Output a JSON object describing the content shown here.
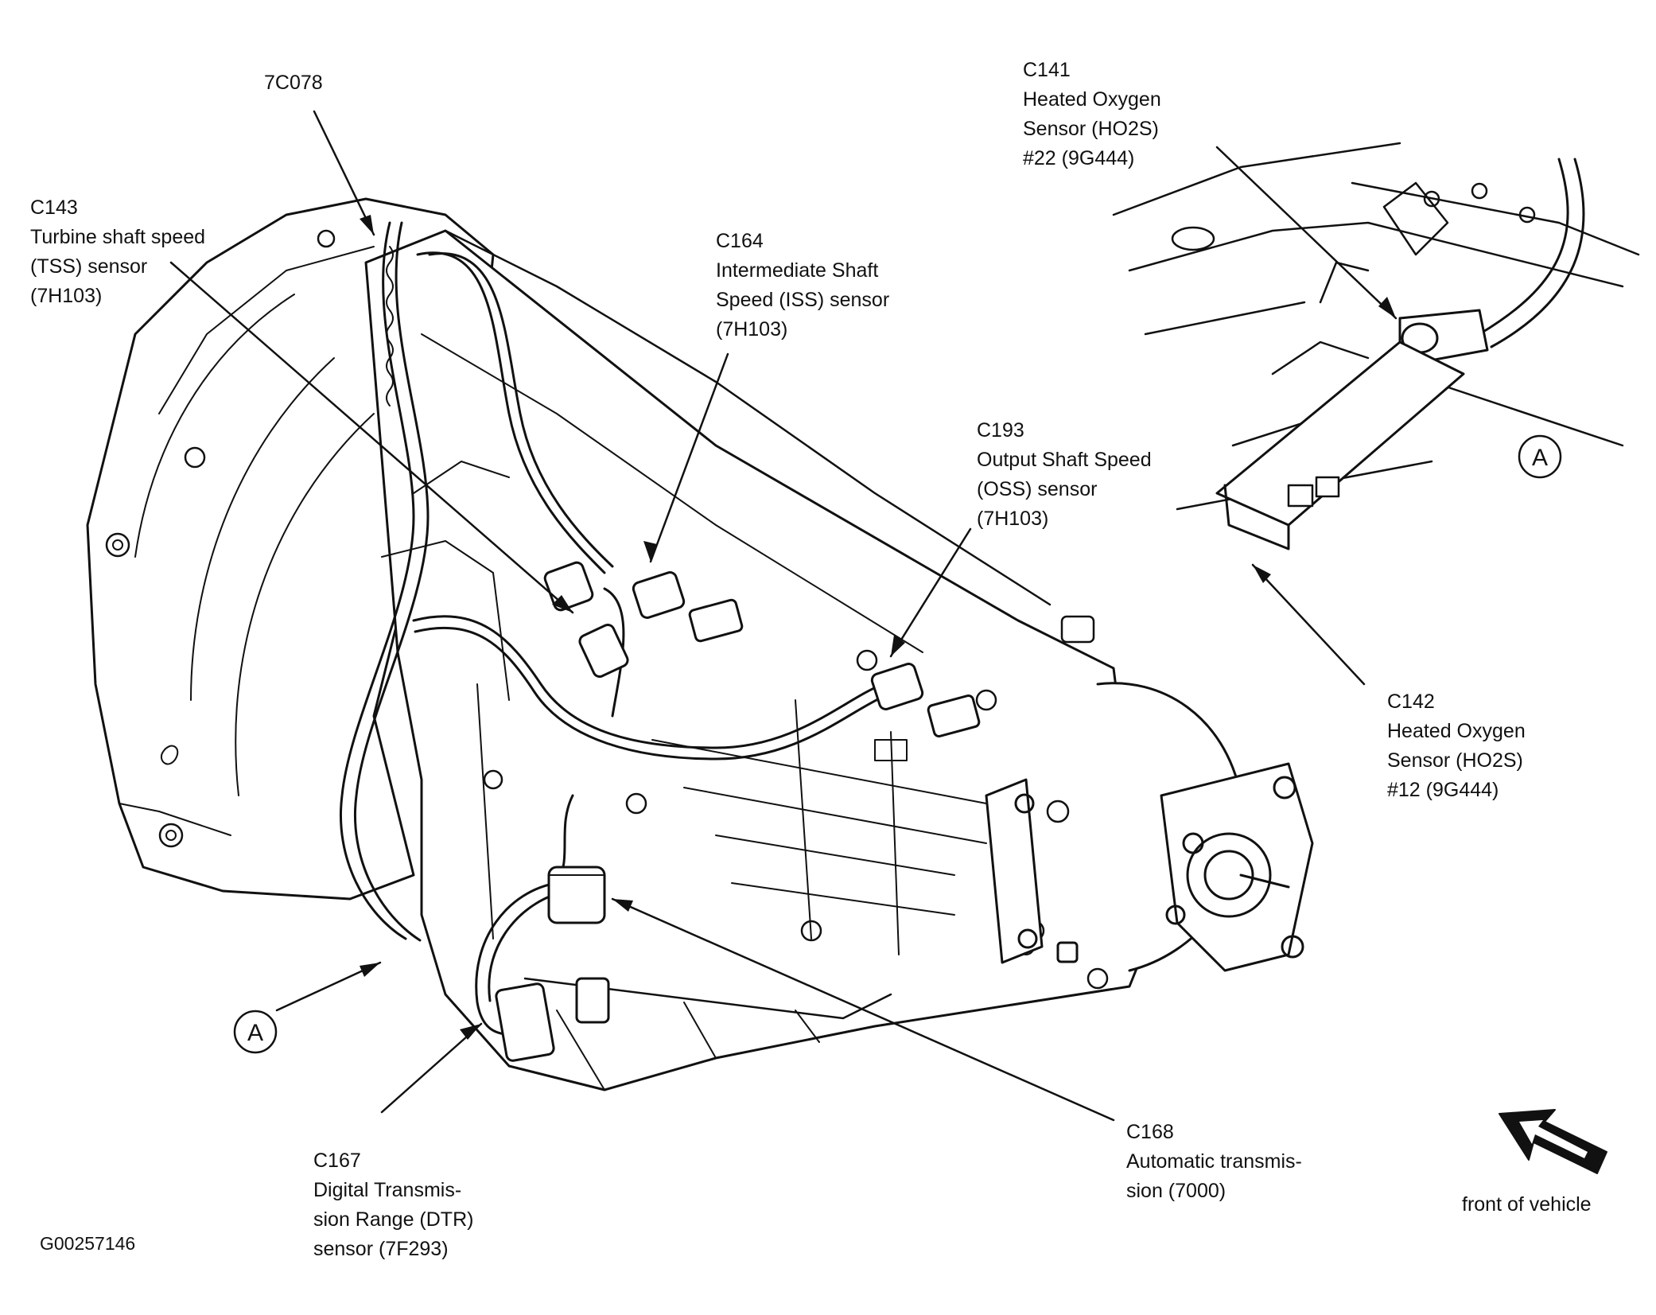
{
  "labels": {
    "c7c078": {
      "line1": "7C078"
    },
    "c143": {
      "line1": "C143",
      "line2": "Turbine shaft speed",
      "line3": "(TSS) sensor",
      "line4": "(7H103)"
    },
    "c164": {
      "line1": "C164",
      "line2": "Intermediate Shaft",
      "line3": "Speed (ISS) sensor",
      "line4": "(7H103)"
    },
    "c193": {
      "line1": "C193",
      "line2": "Output Shaft Speed",
      "line3": "(OSS) sensor",
      "line4": "(7H103)"
    },
    "c141": {
      "line1": "C141",
      "line2": "Heated Oxygen",
      "line3": "Sensor (HO2S)",
      "line4": "#22 (9G444)"
    },
    "c142": {
      "line1": "C142",
      "line2": "Heated Oxygen",
      "line3": "Sensor (HO2S)",
      "line4": "#12 (9G444)"
    },
    "c167": {
      "line1": "C167",
      "line2": "Digital Transmis-",
      "line3": "sion Range (DTR)",
      "line4": "sensor (7F293)"
    },
    "c168": {
      "line1": "C168",
      "line2": "Automatic transmis-",
      "line3": "sion (7000)"
    }
  },
  "callout_letter": "A",
  "front_label": "front of vehicle",
  "figure_code": "G00257146",
  "colors": {
    "ink": "#111111",
    "paper": "#ffffff"
  }
}
